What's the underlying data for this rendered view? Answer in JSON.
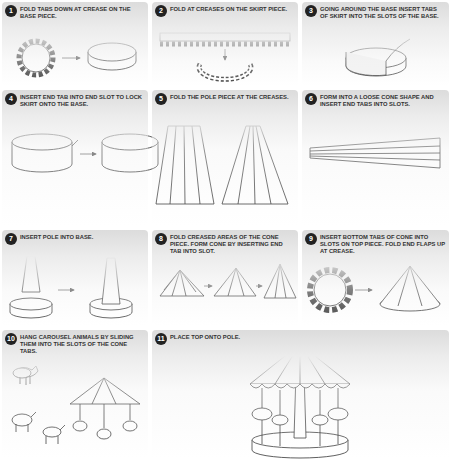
{
  "diagram": {
    "nodes": [
      {
        "text": [
          "1",
          "FOLD TABS DOWN AT CREASE ON THE BASE PIECE."
        ]
      },
      {
        "text": [
          "2",
          "FOLD AT CREASES ON THE SKIRT PIECE."
        ]
      },
      {
        "text": [
          "3",
          "GOING AROUND THE BASE INSERT TABS OF SKIRT INTO THE SLOTS OF THE BASE."
        ]
      },
      {
        "text": [
          "4",
          "INSERT END TAB INTO END SLOT TO LOCK SKIRT ONTO THE BASE."
        ]
      },
      {
        "text": [
          "5",
          "FOLD THE POLE PIECE AT THE CREASES."
        ]
      },
      {
        "text": [
          "6",
          "FORM INTO A LOOSE CONE SHAPE AND INSERT END TABS INTO SLOTS."
        ]
      },
      {
        "text": [
          "7",
          "INSERT POLE INTO BASE."
        ]
      },
      {
        "text": [
          "8",
          "FOLD CREASED AREAS OF THE CONE PIECE. FORM CONE BY INSERTING END TAB INTO SLOT."
        ]
      },
      {
        "text": [
          "9",
          "INSERT BOTTOM TABS OF CONE INTO SLOTS ON TOP PIECE. FOLD END FLAPS UP AT CREASE."
        ]
      },
      {
        "text": [
          "10",
          "HANG CAROUSEL ANIMALS BY SLIDING THEM INTO THE SLOTS OF THE CONE TABS."
        ]
      },
      {
        "text": [
          "11",
          "PLACE TOP ONTO POLE."
        ]
      }
    ]
  }
}
